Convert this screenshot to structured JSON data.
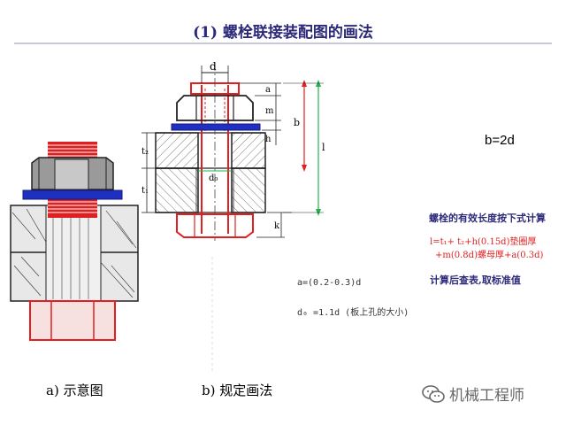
{
  "title": "(1)  螺栓联接装配图的画法",
  "labels": {
    "d": "d",
    "a": "a",
    "m": "m",
    "h": "h",
    "b": "b",
    "l": "l",
    "t2": "t₂",
    "t1": "t₁",
    "d0": "d₀",
    "k": "k"
  },
  "eq_b": "b=2d",
  "calc_title": "螺栓的有效长度按下式计算",
  "formula_line1": "l=t₁+ t₂+h(0.15d)垫圈厚",
  "formula_line2": "+m(0.8d)螺母厚+a(0.3d)",
  "after_calc": "计算后查表,取标准值",
  "note_a": "a=(0.2-0.3)d",
  "note_d0": "d₀ =1.1d (板上孔的大小)",
  "caption_a": "a)  示意图",
  "caption_b": "b)  规定画法",
  "watermark": "机械工程师",
  "colors": {
    "red": "#e02020",
    "blue": "#1f2fbf",
    "green": "#22b04a",
    "navy": "#2d2a7a"
  }
}
